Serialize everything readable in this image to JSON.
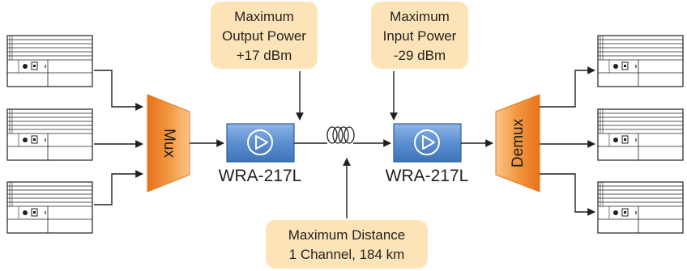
{
  "callouts": {
    "output_power": {
      "line1": "Maximum",
      "line2": "Output Power",
      "line3": "+17 dBm"
    },
    "input_power": {
      "line1": "Maximum",
      "line2": "Input Power",
      "line3": "-29 dBm"
    },
    "distance": {
      "line1": "Maximum Distance",
      "line2": "1 Channel, 184 km"
    }
  },
  "amplifiers": [
    {
      "label": "WRA-217L"
    },
    {
      "label": "WRA-217L"
    }
  ],
  "mux": {
    "label": "Mux"
  },
  "demux": {
    "label": "Demux"
  },
  "colors": {
    "callout_fill": "#fde4b8",
    "amp_fill": "#5b8fd0",
    "amp_border": "#2d5c98",
    "trap_fill": "#ef8a2b",
    "trap_light": "#f7b266",
    "line": "#231f20"
  },
  "icons": {
    "amplifier": "play-triangle-in-circle-icon",
    "fiber": "fiber-coil-icon",
    "chassis": "rack-chassis-icon"
  }
}
